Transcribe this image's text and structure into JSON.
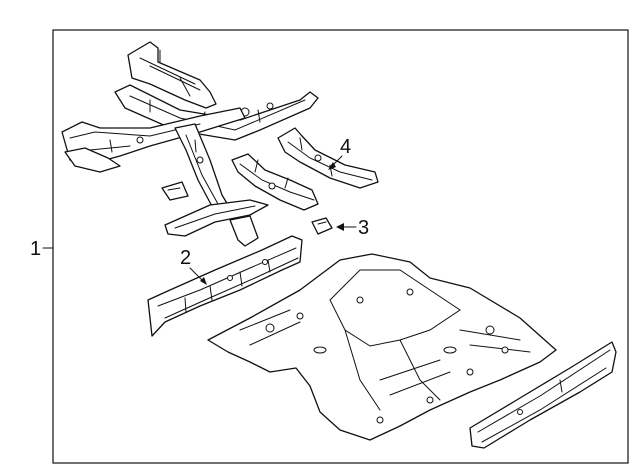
{
  "diagram": {
    "callouts": [
      {
        "id": "1",
        "text": "1"
      },
      {
        "id": "2",
        "text": "2"
      },
      {
        "id": "3",
        "text": "3"
      },
      {
        "id": "4",
        "text": "4"
      }
    ]
  }
}
